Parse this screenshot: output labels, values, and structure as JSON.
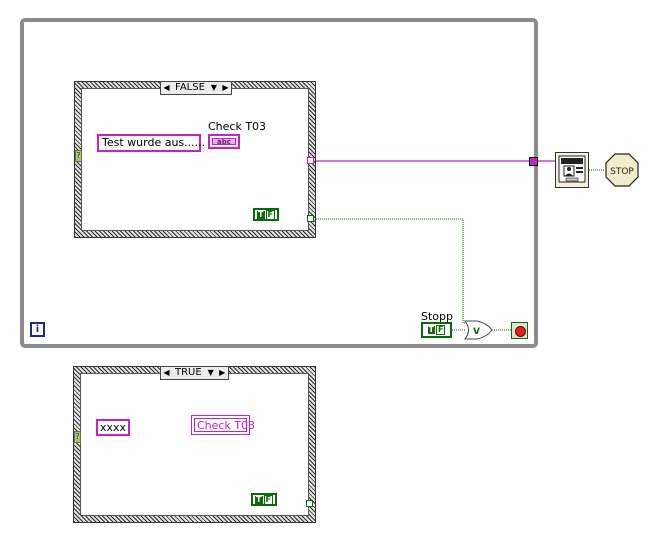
{
  "case_top": {
    "selector_label": "FALSE",
    "string_constant": "Test wurde aus......",
    "indicator_label": "Check T03",
    "string_indicator_glyph": "abc"
  },
  "case_bottom": {
    "selector_label": "TRUE",
    "string_constant": "xxxx",
    "local_variable_label": "Check T03"
  },
  "loop": {
    "iteration_symbol": "i",
    "stop_control_label": "Stopp",
    "or_symbol": "V"
  },
  "boolean_glyphs": {
    "true": "T",
    "false": "F"
  },
  "case_selector_terminal": "?",
  "stop_icon_text": "STOP",
  "colors": {
    "string_wire": "#c81fc8",
    "boolean_wire": "#0b6a0b",
    "loop_border": "#8c8c8c",
    "iteration_terminal": "#1a2a8a"
  },
  "icons": {
    "selector_prev": "left-triangle-icon",
    "selector_next": "right-triangle-icon",
    "selector_menu": "dropdown-triangle-icon",
    "dialog": "dialog-subvi-icon",
    "stop": "stop-octagon-icon",
    "condition": "stop-condition-icon"
  }
}
